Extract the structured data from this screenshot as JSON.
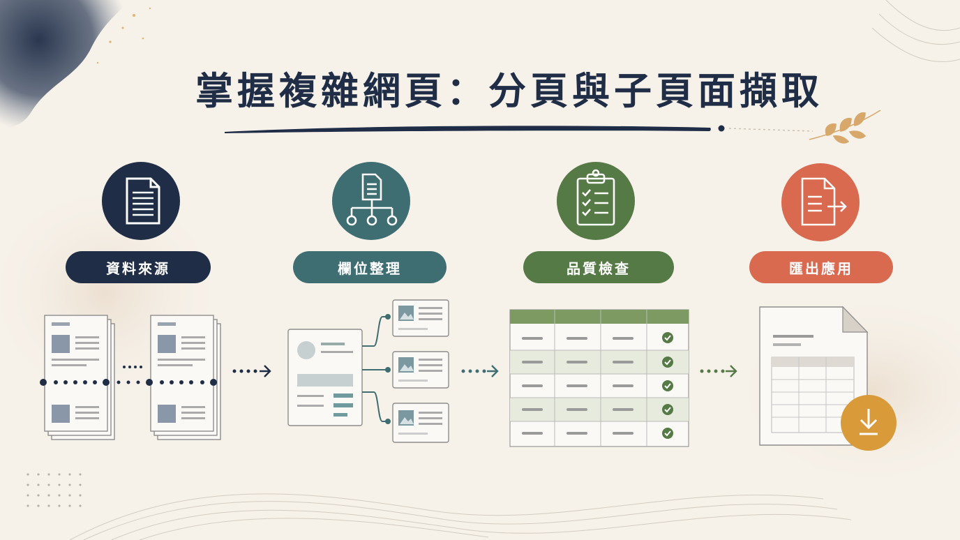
{
  "title": "掌握複雜網頁：分頁與子頁面擷取",
  "steps": [
    {
      "label": "資料來源",
      "icon": "document-icon",
      "color": "#1f2d46"
    },
    {
      "label": "欄位整理",
      "icon": "hierarchy-document-icon",
      "color": "#3f6e72"
    },
    {
      "label": "品質檢查",
      "icon": "clipboard-checklist-icon",
      "color": "#557a46"
    },
    {
      "label": "匯出應用",
      "icon": "export-document-icon",
      "color": "#d9694f"
    }
  ],
  "colors": {
    "background": "#f6f1e9",
    "navy": "#1f2d46",
    "teal": "#3f6e72",
    "green": "#557a46",
    "coral": "#d9694f",
    "gold": "#d99a3a"
  }
}
